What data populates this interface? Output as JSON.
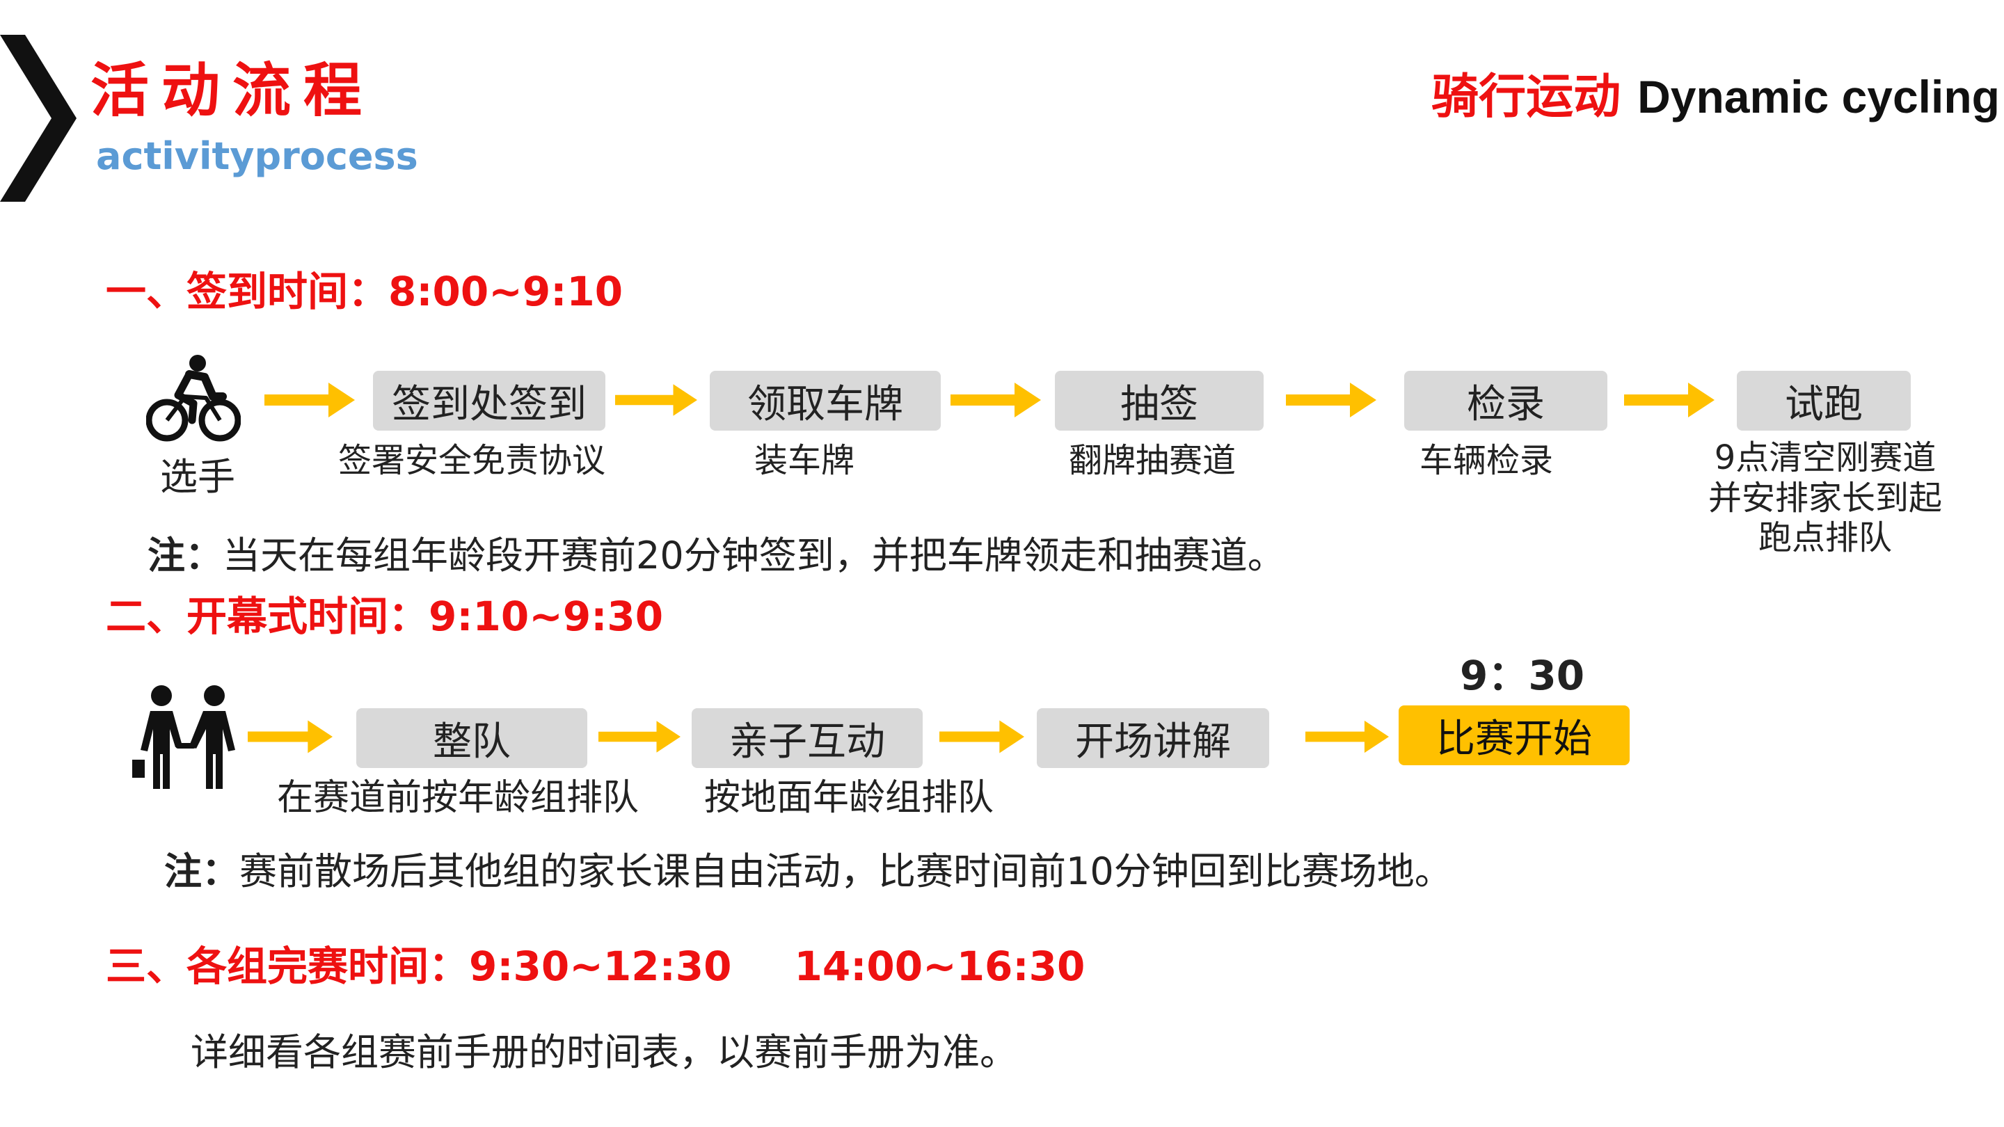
{
  "header": {
    "title_cn": "活动流程",
    "title_en": "activityprocess",
    "brand_cn": "骑行运动",
    "brand_en": "Dynamic cycling"
  },
  "section1": {
    "title": "一、签到时间：8:00~9:10",
    "actor_label": "选手",
    "steps": [
      {
        "label": "签到处签到",
        "caption": "签署安全免责协议"
      },
      {
        "label": "领取车牌",
        "caption": "装车牌"
      },
      {
        "label": "抽签",
        "caption": "翻牌抽赛道"
      },
      {
        "label": "检录",
        "caption": "车辆检录"
      },
      {
        "label": "试跑",
        "caption_lines": [
          "9点清空刚赛道",
          "并安排家长到起",
          "跑点排队"
        ]
      }
    ],
    "note_prefix": "注：",
    "note_text": "当天在每组年龄段开赛前20分钟签到，并把车牌领走和抽赛道。"
  },
  "section2": {
    "title": "二、开幕式时间：9:10~9:30",
    "steps": [
      {
        "label": "整队",
        "caption": "在赛道前按年龄组排队"
      },
      {
        "label": "亲子互动",
        "caption": "按地面年龄组排队"
      },
      {
        "label": "开场讲解"
      },
      {
        "label": "比赛开始",
        "time": "9：30"
      }
    ],
    "note_prefix": "注：",
    "note_text": "赛前散场后其他组的家长课自由活动，比赛时间前10分钟回到比赛场地。"
  },
  "section3": {
    "title": "三、各组完赛时间：9:30~12:30",
    "title_extra": "14:00~16:30",
    "description": "详细看各组赛前手册的时间表，以赛前手册为准。"
  },
  "colors": {
    "accent_red": "#ee1111",
    "accent_blue": "#5b9bd5",
    "arrow_yellow": "#ffc000",
    "box_gray": "#d9d9d9",
    "highlight_box": "#ffc000"
  },
  "icons": [
    "chevron-right-icon",
    "cyclist-icon",
    "parent-child-icon",
    "arrow-right-icon"
  ]
}
